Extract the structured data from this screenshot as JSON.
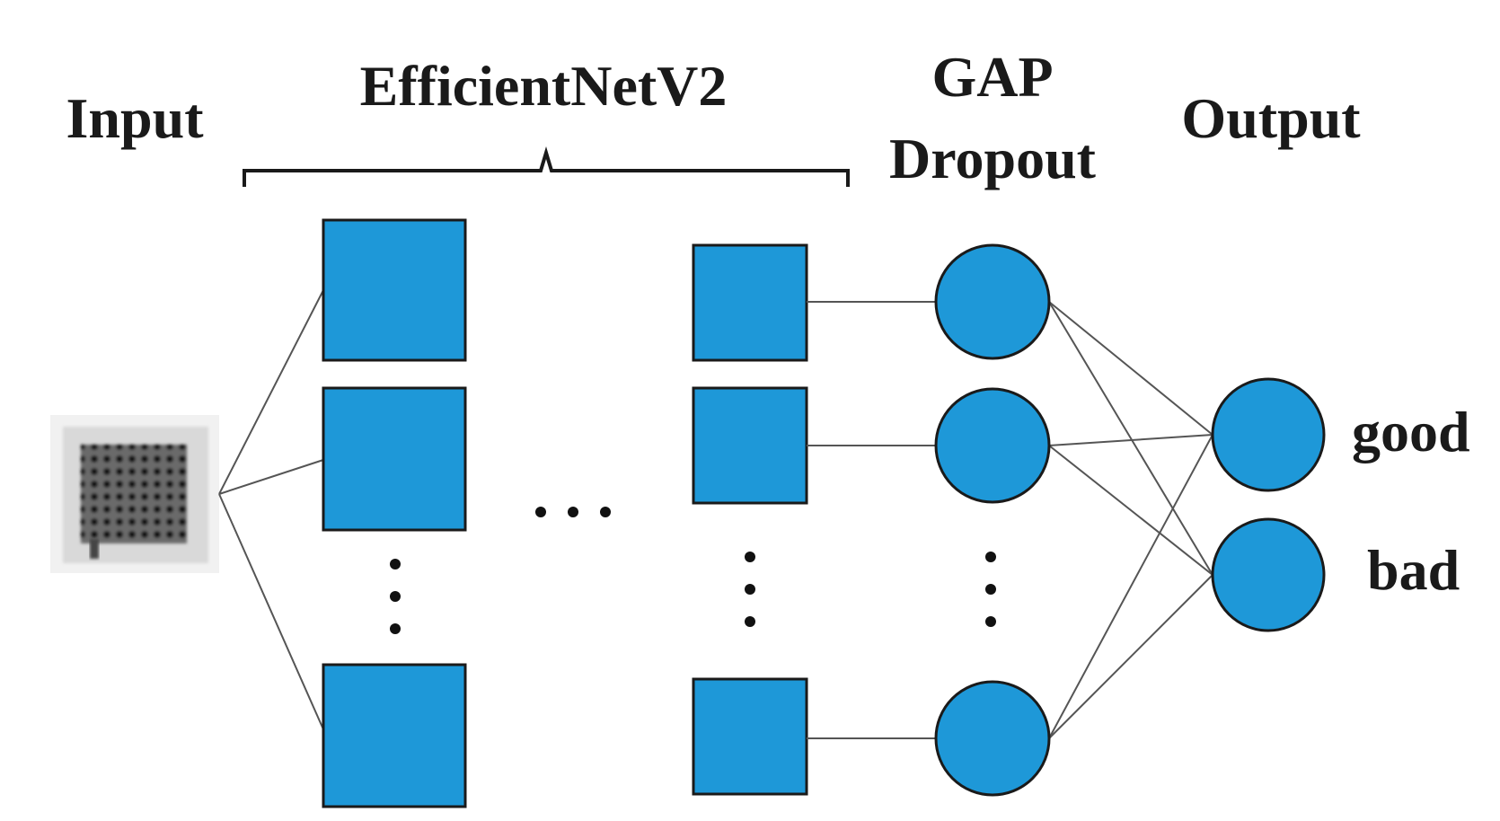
{
  "labels": {
    "input": "Input",
    "backbone": "EfficientNetV2",
    "gap": "GAP",
    "dropout": "Dropout",
    "output": "Output"
  },
  "outputs": [
    "good",
    "bad"
  ],
  "colors": {
    "block_fill": "#1e98d8",
    "outline": "#1a1a1a",
    "connector": "#555555"
  }
}
